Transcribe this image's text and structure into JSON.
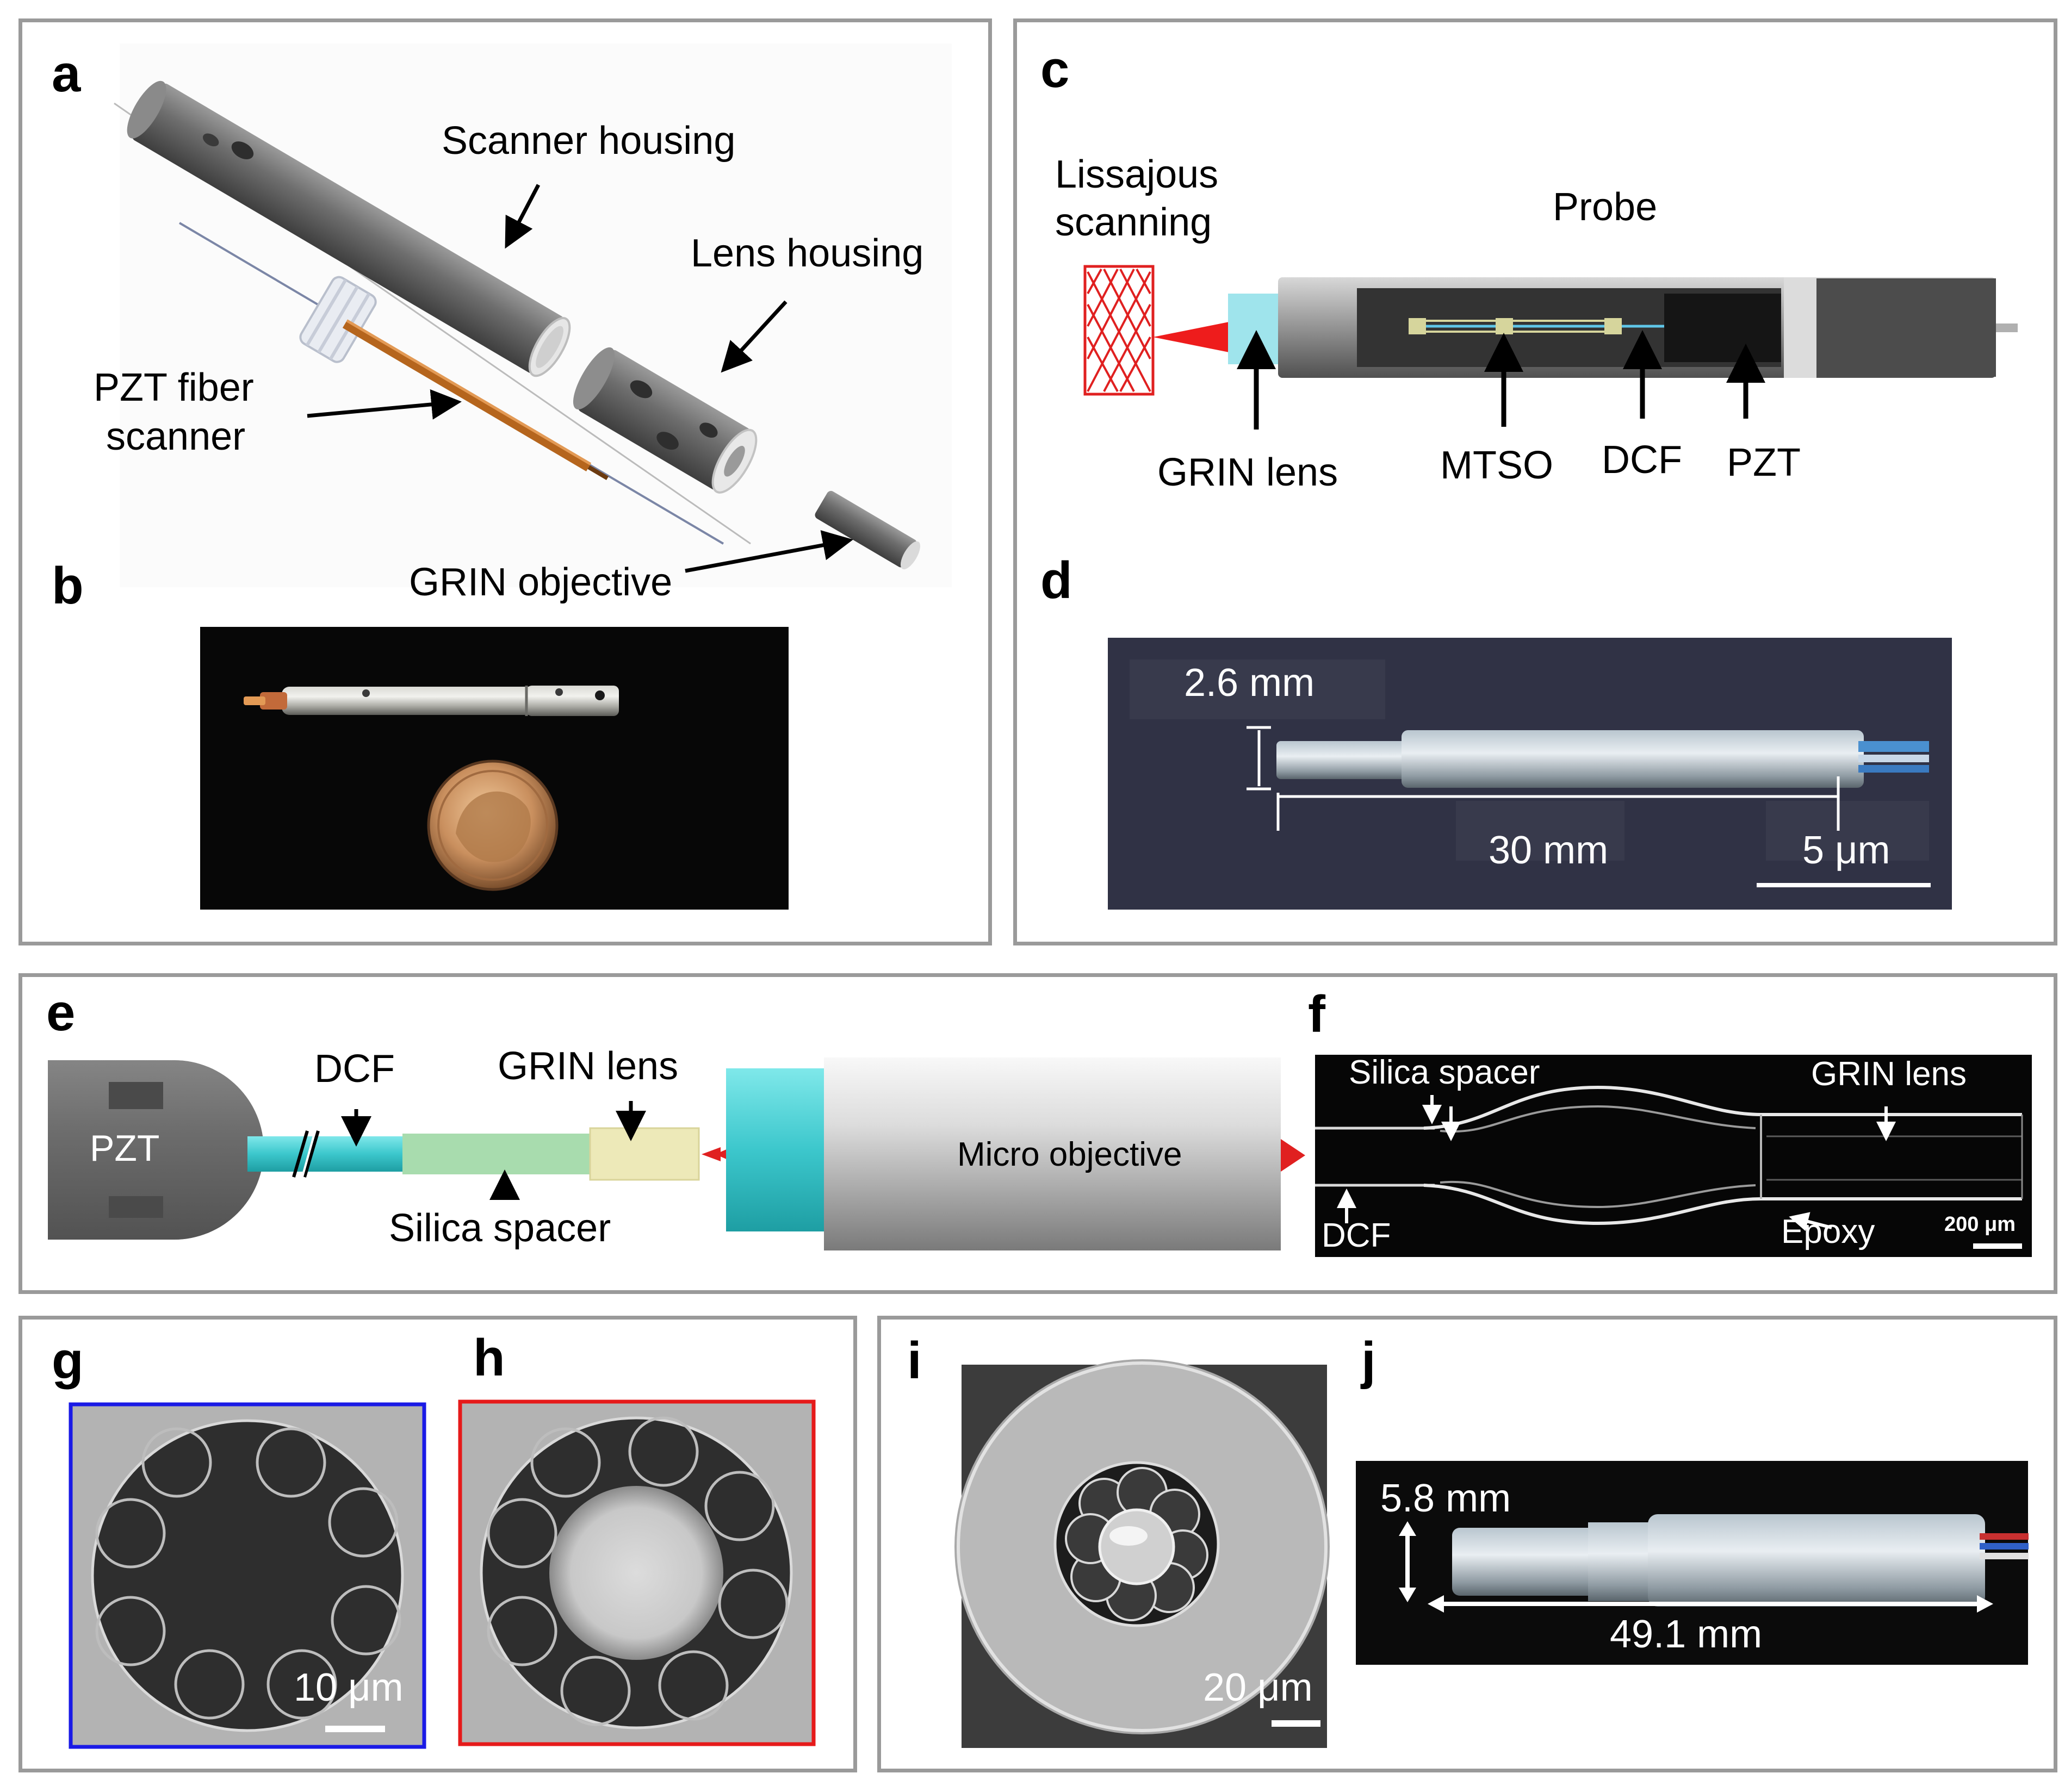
{
  "panels": {
    "a": {
      "letter": "a",
      "scanner_housing": "Scanner housing",
      "lens_housing": "Lens housing",
      "pzt_fiber_scanner": [
        "PZT fiber",
        "scanner"
      ],
      "grin_objective": "GRIN objective"
    },
    "b": {
      "letter": "b"
    },
    "c": {
      "letter": "c",
      "lissajous": [
        "Lissajous",
        "scanning"
      ],
      "probe": "Probe",
      "grin_lens": "GRIN lens",
      "mtso": "MTSO",
      "dcf": "DCF",
      "pzt": "PZT"
    },
    "d": {
      "letter": "d",
      "diameter": "2.6 mm",
      "length": "30 mm",
      "scale": "5 μm"
    },
    "e": {
      "letter": "e",
      "pzt": "PZT",
      "dcf": "DCF",
      "grin_lens": "GRIN lens",
      "silica_spacer": "Silica spacer",
      "micro_objective": "Micro objective"
    },
    "f": {
      "letter": "f",
      "silica_spacer": "Silica spacer",
      "grin_lens": "GRIN lens",
      "dcf": "DCF",
      "epoxy": "Epoxy",
      "scale": "200 μm"
    },
    "g": {
      "letter": "g",
      "scale": "10 μm",
      "frame_color": "#1a1ae6"
    },
    "h": {
      "letter": "h",
      "frame_color": "#e61a1a"
    },
    "i": {
      "letter": "i",
      "scale": "20 μm"
    },
    "j": {
      "letter": "j",
      "diameter": "5.8 mm",
      "length": "49.1 mm"
    }
  }
}
